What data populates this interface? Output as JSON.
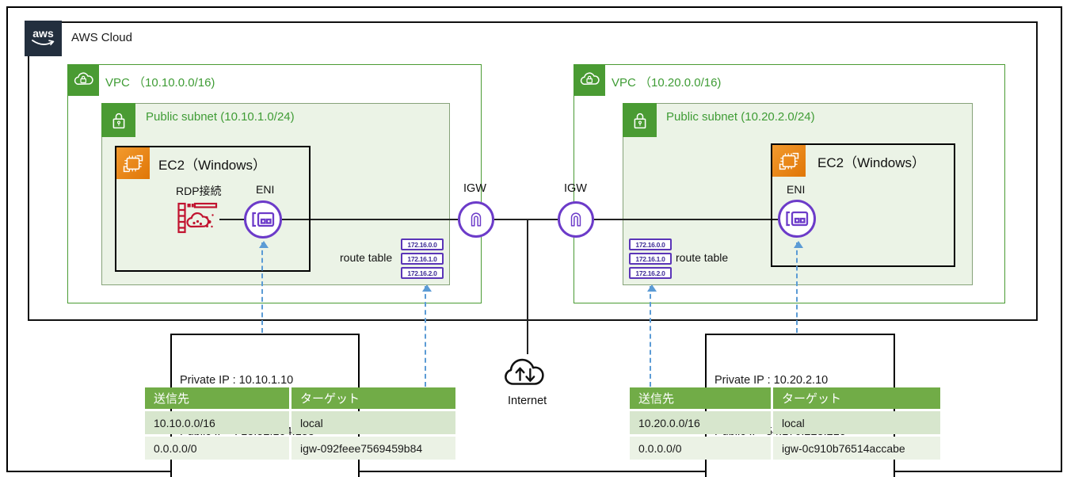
{
  "colors": {
    "aws_navy": "#232F3E",
    "green": "#4A9B33",
    "green_text": "#3F9C35",
    "subnet_fill": "#EBF3E6",
    "purple": "#6C3BC9",
    "route_mini_purple": "#5B35B8",
    "ec2_orange": "#E8821D",
    "rdp_red": "#C1132F",
    "arrow_blue": "#5B9BD5",
    "table_header_green": "#71AC47",
    "table_row1": "#D7E6CD",
    "table_row2": "#EBF2E5"
  },
  "aws_cloud": {
    "logo_text": "aws",
    "title": "AWS Cloud"
  },
  "vpc_left": {
    "title": "VPC （10.10.0.0/16)",
    "subnet_title": "Public subnet (10.10.1.0/24)",
    "ec2_title": "EC2（Windows）",
    "rdp_label": "RDP接続",
    "eni_label": "ENI",
    "igw_label": "IGW",
    "route_table_label": "route table",
    "routes": [
      "172.16.0.0",
      "172.16.1.0",
      "172.16.2.0"
    ]
  },
  "vpc_right": {
    "title": "VPC （10.20.0.0/16)",
    "subnet_title": "Public subnet (10.20.2.0/24)",
    "ec2_title": "EC2（Windows）",
    "eni_label": "ENI",
    "igw_label": "IGW",
    "route_table_label": "route table",
    "routes": [
      "172.16.0.0",
      "172.16.1.0",
      "172.16.2.0"
    ]
  },
  "internet": {
    "label": "Internet"
  },
  "callout_left": {
    "line1": "Private IP : 10.10.1.10",
    "line2": "Public IP   : 13.52.104.153"
  },
  "callout_right": {
    "line1": "Private IP : 10.20.2.10",
    "line2": "Public IP  54.176.223.210"
  },
  "route_table_left": {
    "headers": [
      "送信先",
      "ターゲット"
    ],
    "rows": [
      [
        "10.10.0.0/16",
        "local"
      ],
      [
        "0.0.0.0/0",
        "igw-092feee7569459b84"
      ]
    ]
  },
  "route_table_right": {
    "headers": [
      "送信先",
      "ターゲット"
    ],
    "rows": [
      [
        "10.20.0.0/16",
        "local"
      ],
      [
        "0.0.0.0/0",
        "igw-0c910b76514accabe"
      ]
    ]
  }
}
